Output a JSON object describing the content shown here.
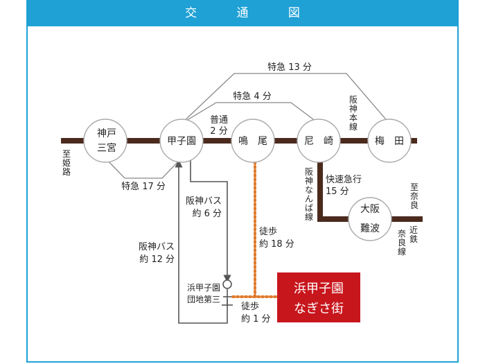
{
  "header": {
    "title": "交 通 図"
  },
  "stations": {
    "kobe": [
      "神戸",
      "三宮"
    ],
    "koshien": "甲子園",
    "naruo": "鳴　尾",
    "amagasaki": "尼　崎",
    "umeda": "梅　田",
    "osaka_namba": [
      "大阪",
      "難波"
    ]
  },
  "labels": {
    "toku13": "特急 13 分",
    "toku4": "特急 4 分",
    "futsu": [
      "普通",
      "2 分"
    ],
    "toku17": "特急 17 分",
    "hanshin_main": [
      "阪",
      "神",
      "本",
      "線"
    ],
    "for_himeji": [
      "至",
      "姫",
      "路"
    ],
    "hanshin_namba": [
      "阪",
      "神",
      "な",
      "ん",
      "ば",
      "線"
    ],
    "kaisoku": [
      "快速急行",
      "15 分"
    ],
    "for_nara": [
      "至",
      "奈",
      "良"
    ],
    "kintetsu_nara": [
      [
        "近",
        "鉄"
      ],
      [
        "奈",
        "良",
        "線"
      ]
    ],
    "bus6": [
      "阪神バス",
      "約 6 分"
    ],
    "bus12": [
      "阪神バス",
      "約 12 分"
    ],
    "walk18": [
      "徒歩",
      "約 18 分"
    ],
    "walk1": [
      "徒歩",
      "約 1 分"
    ],
    "bus_stop": [
      "浜甲子園",
      "団地第三"
    ]
  },
  "destination": [
    "浜甲子園",
    "なぎさ街"
  ],
  "colors": {
    "header": "#1fa1d6",
    "rail": "#4a2a1d",
    "bus_route": "#555555",
    "walk_route": "#e07a2e",
    "destination_box": "#c8161d"
  }
}
